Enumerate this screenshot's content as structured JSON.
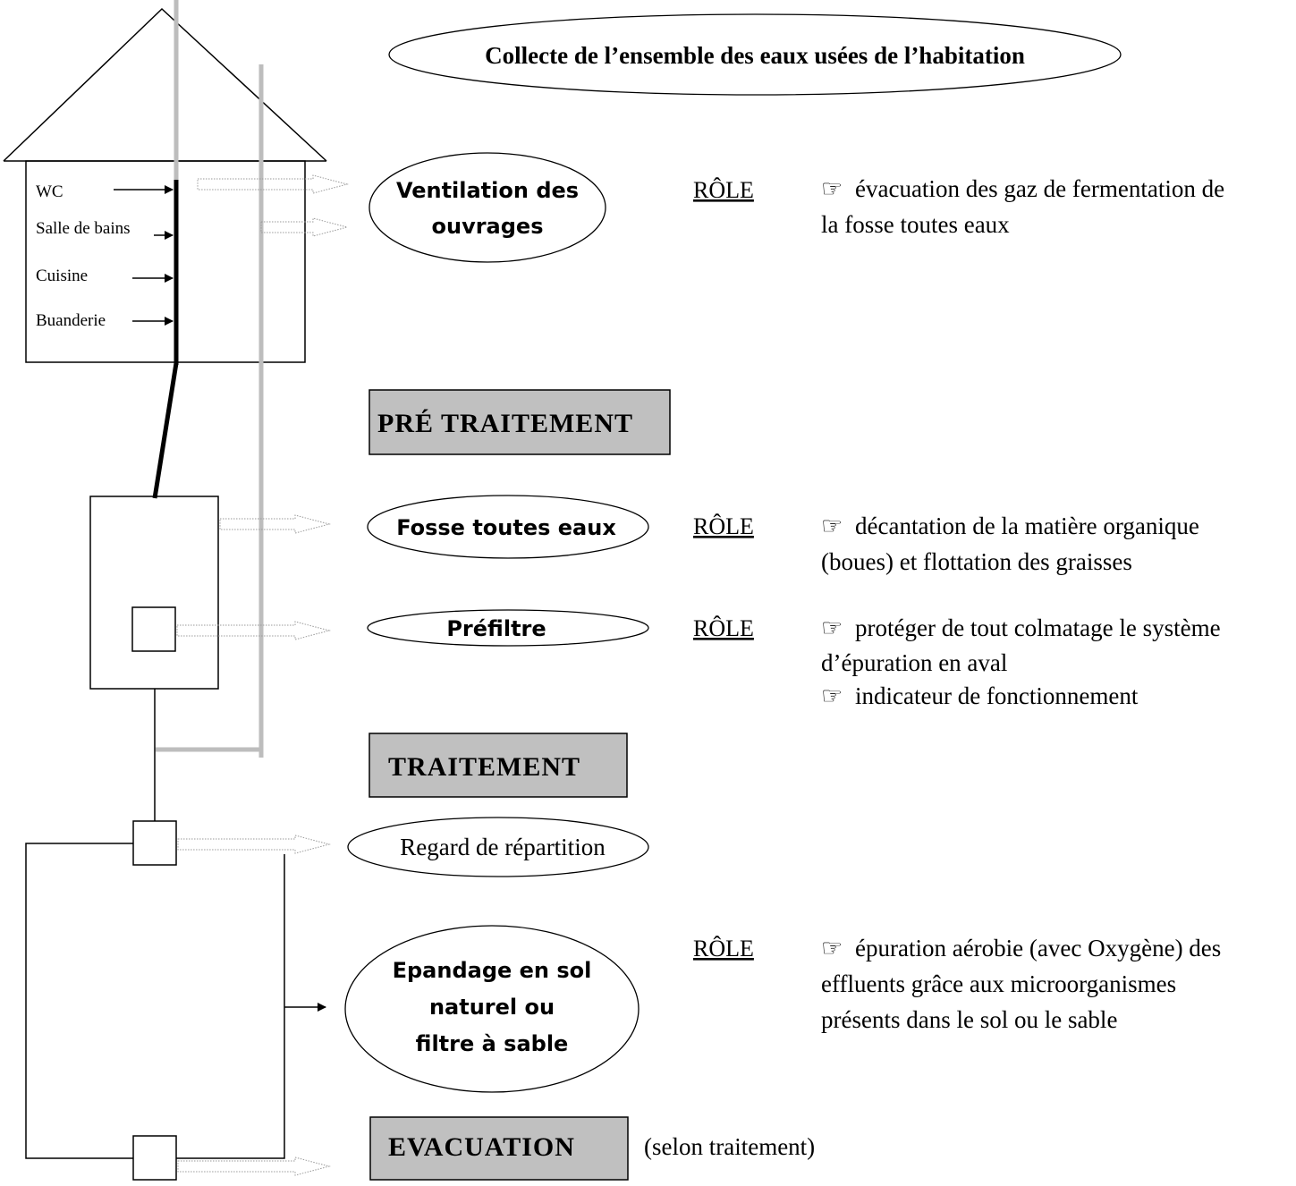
{
  "title": "Collecte de l’ensemble des eaux usées de l’habitation",
  "rooms": [
    "WC",
    "Salle de bains",
    "Cuisine",
    "Buanderie"
  ],
  "bubbles": {
    "ventilation": [
      "Ventilation des",
      "ouvrages"
    ],
    "fosse": "Fosse toutes eaux",
    "prefiltre": "Préfiltre",
    "regard": "Regard de répartition",
    "epandage": [
      "Epandage en sol",
      "naturel ou",
      "filtre à sable"
    ]
  },
  "stages": {
    "pretraitement": "PRÉ TRAITEMENT",
    "traitement": "TRAITEMENT",
    "evacuation": "EVACUATION"
  },
  "evacuation_note": "(selon traitement)",
  "role_label": "RÔLE",
  "role_icon": "pointing-hand-icon",
  "role_symbol": "☞",
  "roles": {
    "ventilation": [
      "évacuation des gaz de fermentation de",
      "la fosse toutes eaux"
    ],
    "fosse": [
      "décantation de la matière organique",
      "(boues) et flottation des graisses"
    ],
    "prefiltre": [
      "protéger de tout colmatage le système",
      "d’épuration en aval"
    ],
    "prefiltre_extra": "indicateur de fonctionnement",
    "epandage": [
      "épuration aérobie (avec Oxygène) des",
      "effluents grâce aux microorganismes",
      "présents dans le sol ou le sable"
    ]
  },
  "colors": {
    "stage_fill": "#c0c0c0",
    "vent_pipe": "#bdbdbd",
    "line": "#000000"
  }
}
